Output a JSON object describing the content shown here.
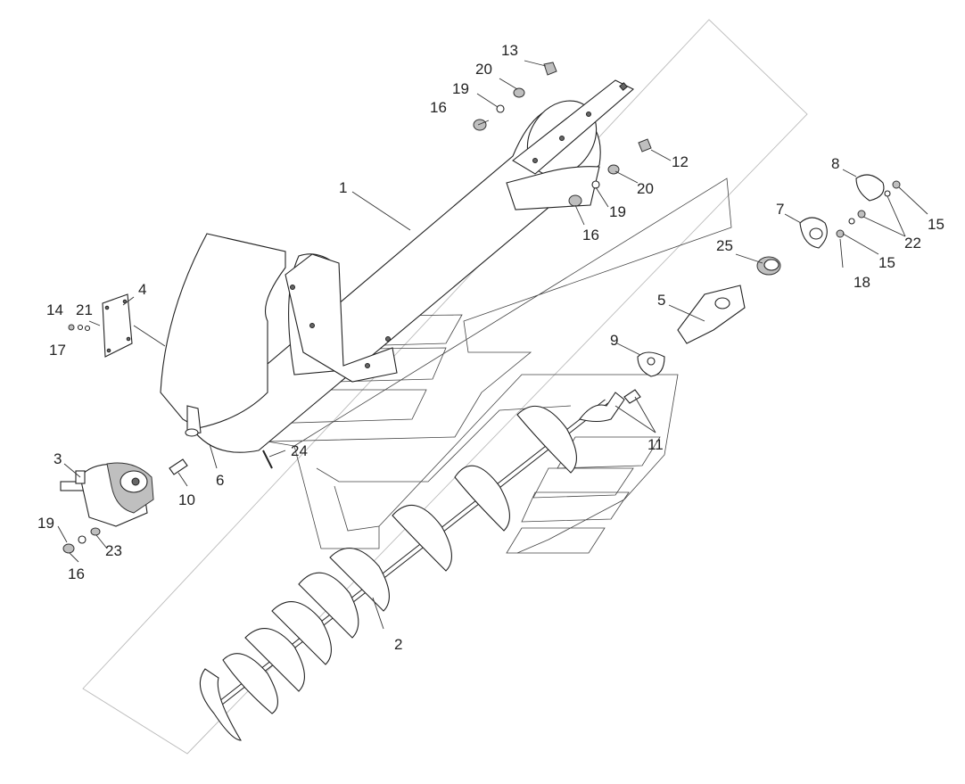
{
  "labels": {
    "p1": "1",
    "p2": "2",
    "p3": "3",
    "p4": "4",
    "p5": "5",
    "p6": "6",
    "p7": "7",
    "p8": "8",
    "p9": "9",
    "p10": "10",
    "p11": "11",
    "p12": "12",
    "p13": "13",
    "p14": "14",
    "p15a": "15",
    "p15b": "15",
    "p16a": "16",
    "p16b": "16",
    "p16c": "16",
    "p17": "17",
    "p18": "18",
    "p19a": "19",
    "p19b": "19",
    "p19c": "19",
    "p20a": "20",
    "p20b": "20",
    "p21": "21",
    "p22": "22",
    "p23": "23",
    "p24": "24",
    "p25": "25"
  }
}
